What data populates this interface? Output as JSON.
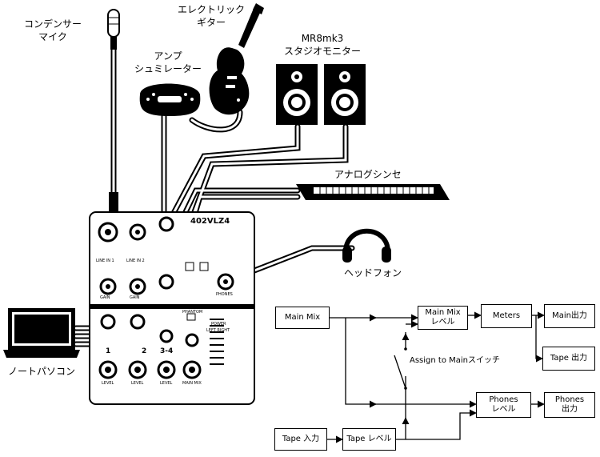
{
  "devices": {
    "mic": [
      "コンデンサー",
      "マイク"
    ],
    "guitar": [
      "エレクトリック",
      "ギター"
    ],
    "amp_sim": [
      "アンプ",
      "シュミレーター"
    ],
    "monitors": [
      "MR8mk3",
      "スタジオモニター"
    ],
    "synth": "アナログシンセ",
    "headphones": "ヘッドフォン",
    "laptop": "ノートパソコン",
    "mixer_model": "402VLZ4"
  },
  "mixer_panel": {
    "line_in_1": "LINE IN 1",
    "line_in_2": "LINE IN 2",
    "gain": "GAIN",
    "phones": "PHONES",
    "phantom": "PHANTOM",
    "power": "POWER",
    "left_right": "LEFT  RIGHT",
    "level": "LEVEL",
    "main_mix": "MAIN MIX",
    "ch1": "1",
    "ch2": "2",
    "ch34": "3-4"
  },
  "flow": {
    "main_mix": "Main Mix",
    "main_mix_level": [
      "Main Mix",
      "レベル"
    ],
    "meters": "Meters",
    "main_out": "Main出力",
    "tape_out": "Tape 出力",
    "assign_switch": "Assign to Mainスイッチ",
    "phones_level": [
      "Phones",
      "レベル"
    ],
    "phones_out": [
      "Phones",
      "出力"
    ],
    "tape_in": "Tape 入力",
    "tape_level": "Tape レベル"
  }
}
